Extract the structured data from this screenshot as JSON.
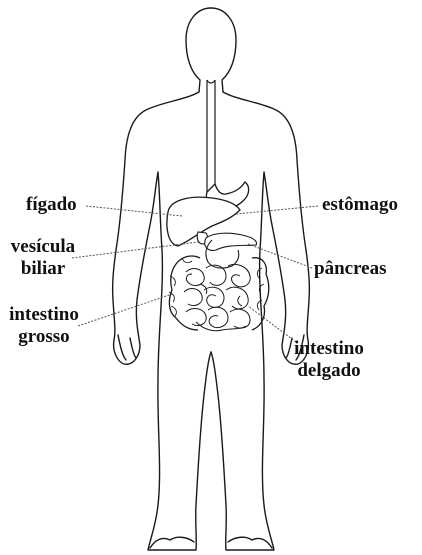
{
  "labels": {
    "figado": "fígado",
    "estomago": "estômago",
    "vesicula_line1": "vesícula",
    "vesicula_line2": "biliar",
    "pancreas": "pâncreas",
    "intestino_grosso_line1": "intestino",
    "intestino_grosso_line2": "grosso",
    "intestino_delgado_line1": "intestino",
    "intestino_delgado_line2": "delgado"
  },
  "colors": {
    "outline": "#1a1a1a",
    "leader": "#555555",
    "text": "#111111",
    "background": "#ffffff"
  }
}
